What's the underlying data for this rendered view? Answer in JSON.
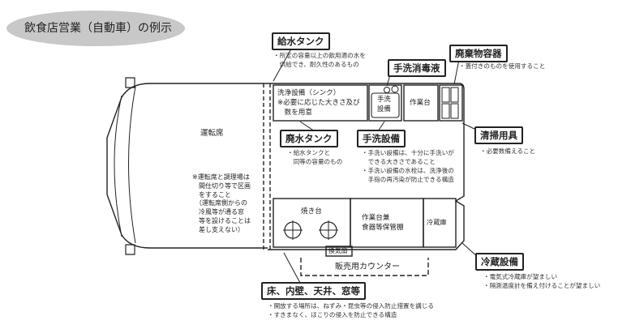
{
  "title": "飲食店営業（自動車）の例示",
  "labels": {
    "water_tank": "給水タンク",
    "water_tank_note": [
      "・所定の容量以上の飲用適の水を",
      "　供給でき、耐久性のあるもの"
    ],
    "hand_sanitizer": "手洗消毒液",
    "waste_container": "廃棄物容器",
    "waste_container_note": "・蓋付きのものを使用すること",
    "cleaning_tools": "清掃用具",
    "cleaning_tools_note": "・必要数備えること",
    "waste_tank": "廃水タンク",
    "waste_tank_note": [
      "・給水タンクと",
      "　同等の容量のもの"
    ],
    "hand_wash": "手洗設備",
    "hand_wash_note": [
      "・手洗い設備は、十分に手洗いが",
      "　できる大きさであること",
      "・手洗い設備の水栓は、洗浄後の",
      "　手指の再汚染が防止できる構造"
    ],
    "refrigeration": "冷蔵設備",
    "refrigeration_note": [
      "・電気式冷蔵庫が望ましい",
      "・隔測温度計を備え付けることが望ましい"
    ],
    "floor_walls": "床、内壁、天井、窓等",
    "floor_walls_note": [
      "・開放する場所は、ねずみ・昆虫等の侵入防止措置を講じる",
      "・すきまなく、ほこりの侵入を防止できる構造"
    ]
  },
  "areas": {
    "driver_seat": "運転席",
    "driver_note": [
      "※運転席と調理場は",
      "　間仕切り等で区画",
      "　をすること",
      "　（運転席側からの",
      "　冷風等が通る窓",
      "　等を設けることは",
      "　差し支えない）"
    ],
    "sink": [
      "洗浄設備（シンク）",
      "※必要に応じた大きさ及び",
      "　数を用意"
    ],
    "hand_wash_unit": [
      "手洗",
      "設備"
    ],
    "work_table": "作業台",
    "grill": "焼き台",
    "storage": [
      "作業台兼",
      "食器等保管棚"
    ],
    "fridge": "冷蔵庫",
    "vent": "換気扇",
    "sales_counter": "販売用カウンター"
  }
}
